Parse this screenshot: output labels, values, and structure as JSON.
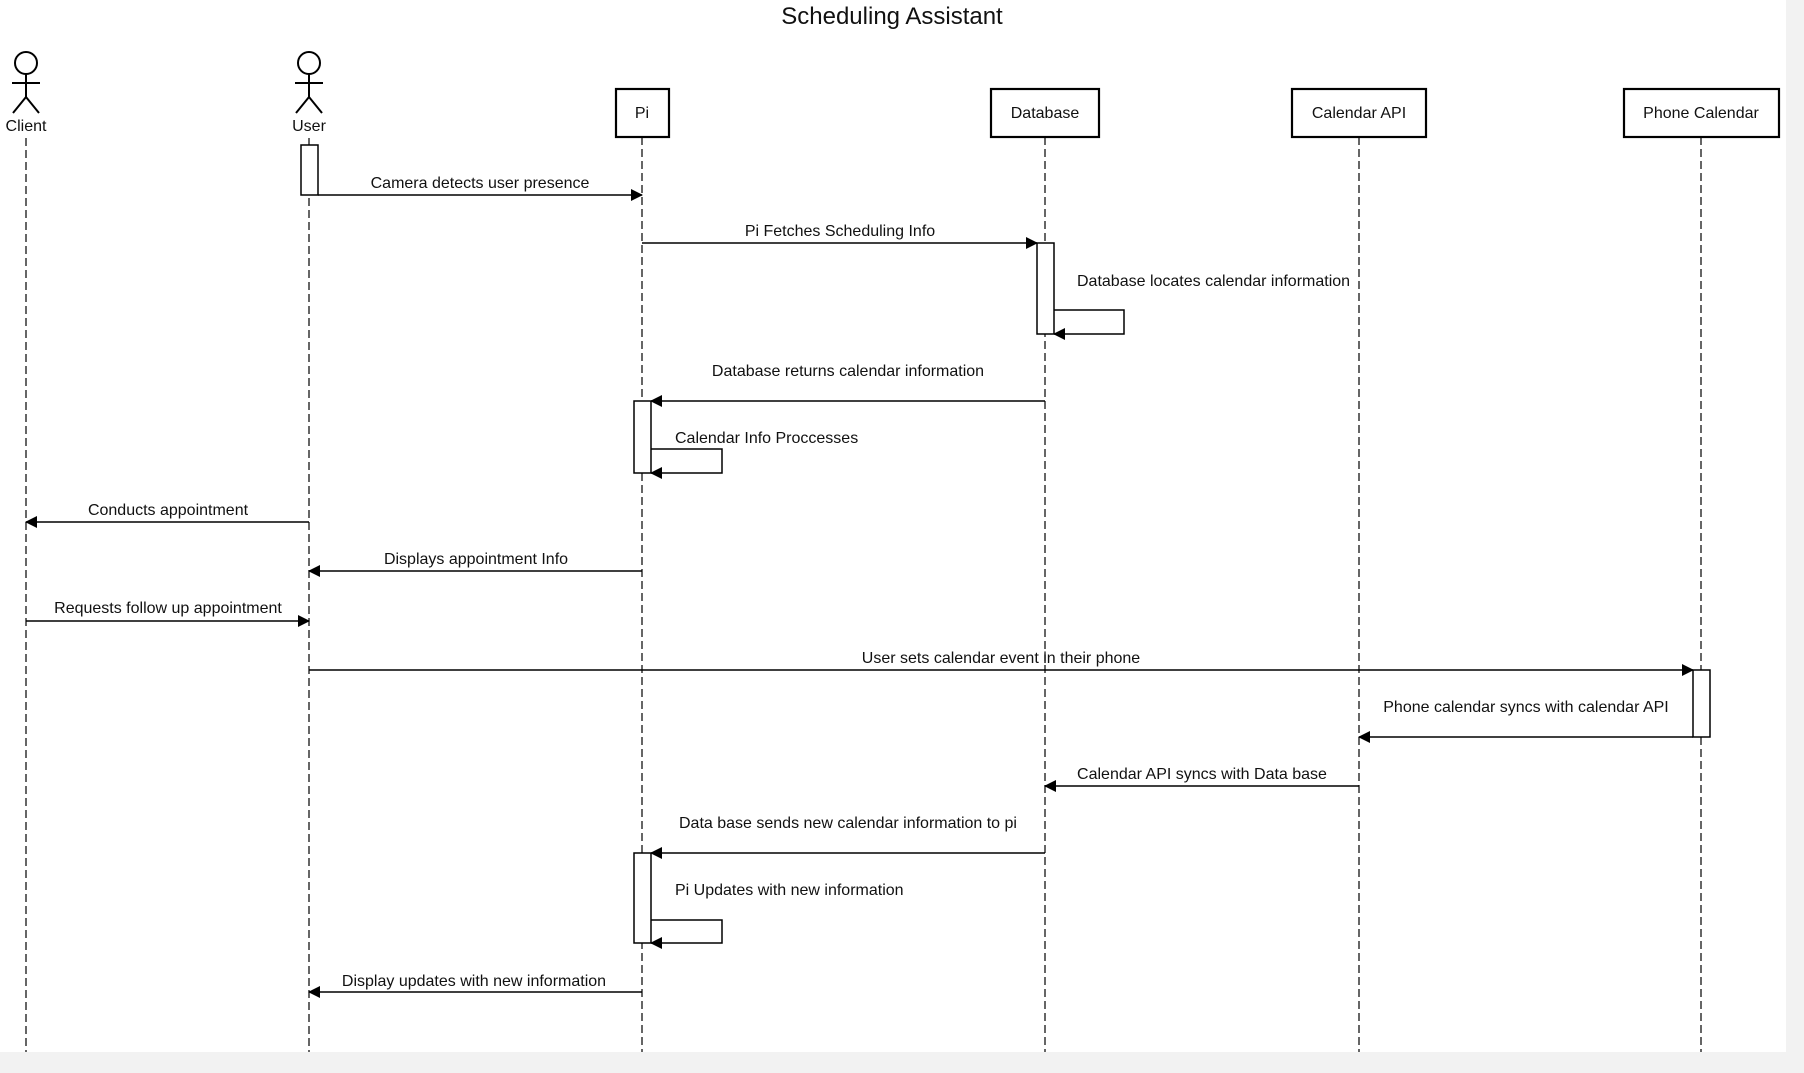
{
  "diagram": {
    "title": "Scheduling Assistant",
    "actors": [
      {
        "id": "client",
        "label": "Client",
        "kind": "stick-figure"
      },
      {
        "id": "user",
        "label": "User",
        "kind": "stick-figure"
      }
    ],
    "participants": [
      {
        "id": "pi",
        "label": "Pi",
        "kind": "box"
      },
      {
        "id": "database",
        "label": "Database",
        "kind": "box"
      },
      {
        "id": "calendar_api",
        "label": "Calendar API",
        "kind": "box"
      },
      {
        "id": "phone_calendar",
        "label": "Phone Calendar",
        "kind": "box"
      }
    ],
    "messages": [
      {
        "from": "user",
        "to": "pi",
        "label": "Camera detects user presence"
      },
      {
        "from": "pi",
        "to": "database",
        "label": "Pi Fetches Scheduling Info"
      },
      {
        "from": "database",
        "to": "database",
        "label": "Database locates calendar information"
      },
      {
        "from": "database",
        "to": "pi",
        "label": "Database returns calendar information"
      },
      {
        "from": "pi",
        "to": "pi",
        "label": "Calendar Info Proccesses"
      },
      {
        "from": "user",
        "to": "client",
        "label": "Conducts appointment"
      },
      {
        "from": "pi",
        "to": "user",
        "label": "Displays appointment Info"
      },
      {
        "from": "client",
        "to": "user",
        "label": "Requests follow up appointment"
      },
      {
        "from": "user",
        "to": "phone_calendar",
        "label": "User sets calendar event in their phone"
      },
      {
        "from": "phone_calendar",
        "to": "calendar_api",
        "label": "Phone calendar syncs with calendar API"
      },
      {
        "from": "calendar_api",
        "to": "database",
        "label": "Calendar API syncs with Data base"
      },
      {
        "from": "database",
        "to": "pi",
        "label": "Data base sends new calendar information to pi"
      },
      {
        "from": "pi",
        "to": "pi",
        "label": "Pi Updates with new information"
      },
      {
        "from": "pi",
        "to": "user",
        "label": "Display updates with new information"
      }
    ]
  }
}
